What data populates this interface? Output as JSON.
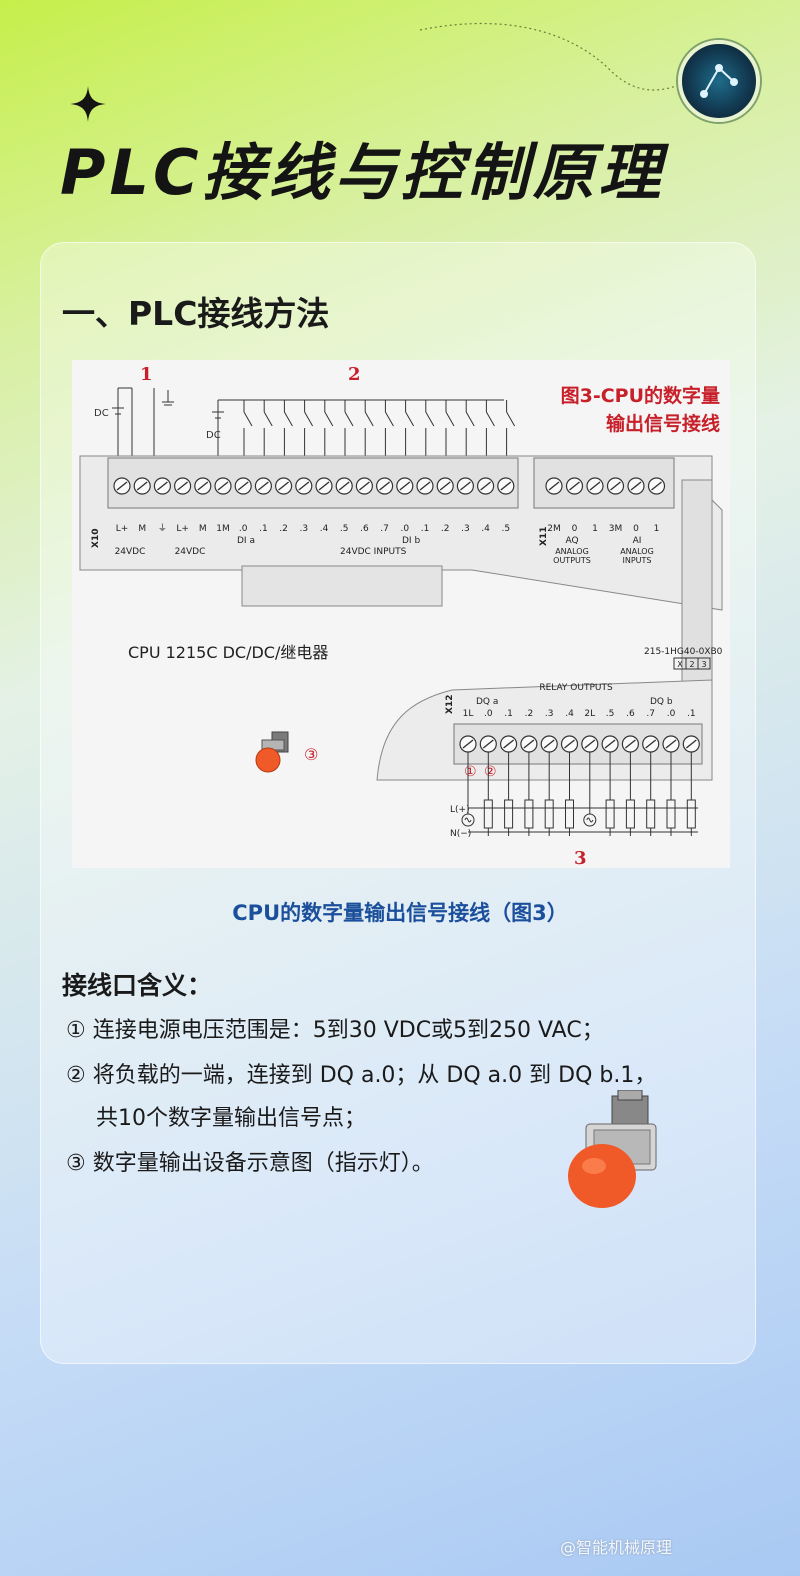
{
  "title": "PLC接线与控制原理",
  "section": {
    "heading": "一、PLC接线方法"
  },
  "diagram": {
    "callout_line1": "图3-CPU的数字量",
    "callout_line2": "输出信号接线",
    "marker_1": "1",
    "marker_2": "2",
    "marker_3": "3",
    "dc_label": "DC",
    "x10": "X10",
    "x11": "X11",
    "x12": "X12",
    "top_terminal_labels": [
      "L+",
      "M",
      "⏚",
      "L+",
      "M",
      "1M",
      ".0",
      ".1",
      ".2",
      ".3",
      ".4",
      ".5",
      ".6",
      ".7",
      ".0",
      ".1",
      ".2",
      ".3",
      ".4",
      ".5"
    ],
    "label_24vdc_a": "24VDC",
    "label_24vdc_b": "24VDC",
    "label_dia": "DI a",
    "label_dib": "DI b",
    "label_inputs": "24VDC INPUTS",
    "analog_labels": [
      "2M",
      "0",
      "1",
      "3M",
      "0",
      "1"
    ],
    "label_aq": "AQ",
    "label_ai": "AI",
    "label_analog_outputs_1": "ANALOG",
    "label_analog_outputs_2": "OUTPUTS",
    "label_analog_inputs_1": "ANALOG",
    "label_analog_inputs_2": "INPUTS",
    "cpu_model": "CPU 1215C DC/DC/继电器",
    "part_no": "215-1HG40-0XB0",
    "part_boxes": [
      "X",
      "2",
      "3"
    ],
    "relay_outputs": "RELAY OUTPUTS",
    "label_dqa": "DQ a",
    "label_dqb": "DQ b",
    "relay_terminal_labels": [
      "1L",
      ".0",
      ".1",
      ".2",
      ".3",
      ".4",
      "2L",
      ".5",
      ".6",
      ".7",
      ".0",
      ".1"
    ],
    "circle_1": "①",
    "circle_2": "②",
    "circle_3": "③",
    "l_plus": "L(+)",
    "n_minus": "N(−)"
  },
  "caption": "CPU的数字量输出信号接线（图3）",
  "meaning": {
    "title": "接线口含义：",
    "item1": "① 连接电源电压范围是：5到30 VDC或5到250 VAC；",
    "item2a": "② 将负载的一端，连接到 DQ a.0；从 DQ a.0 到 DQ b.1，",
    "item2b": "共10个数字量输出信号点；",
    "item3": "③ 数字量输出设备示意图（指示灯）。"
  },
  "watermark": "@智能机械原理",
  "colors": {
    "accent_red": "#c8202a",
    "caption_blue": "#1b4f9c",
    "lamp": "#f05a28"
  }
}
